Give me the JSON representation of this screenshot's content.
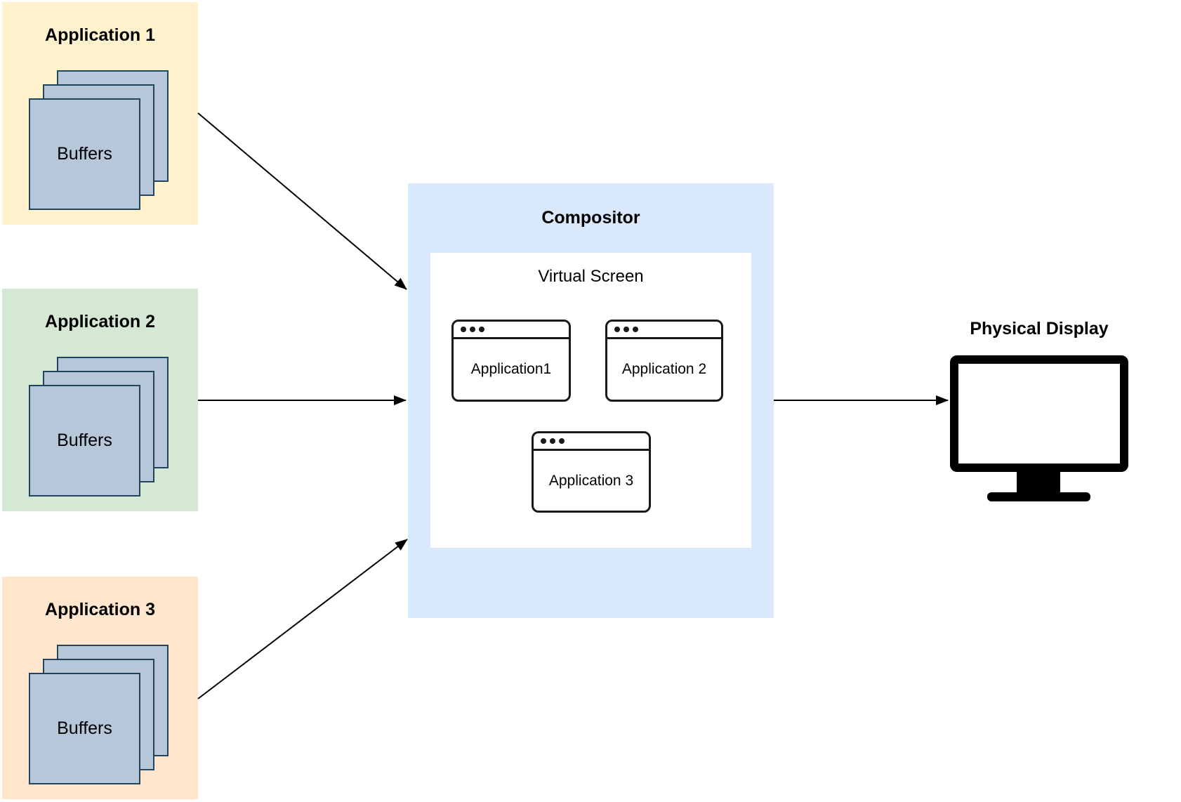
{
  "applications": [
    {
      "title": "Application 1",
      "buffers_label": "Buffers",
      "bg_color": "#fff2cc"
    },
    {
      "title": "Application 2",
      "buffers_label": "Buffers",
      "bg_color": "#d5e8d4"
    },
    {
      "title": "Application 3",
      "buffers_label": "Buffers",
      "bg_color": "#ffe6cc"
    }
  ],
  "compositor": {
    "title": "Compositor",
    "bg_color": "#dae8fc",
    "virtual_screen": {
      "title": "Virtual Screen",
      "windows": [
        {
          "label": "Application1"
        },
        {
          "label": "Application 2"
        },
        {
          "label": "Application 3"
        }
      ]
    }
  },
  "physical_display": {
    "title": "Physical Display"
  },
  "colors": {
    "buffer_fill": "#b5c7d8",
    "buffer_border": "#23445d",
    "window_border": "#1a1a1a",
    "arrow": "#000000"
  }
}
